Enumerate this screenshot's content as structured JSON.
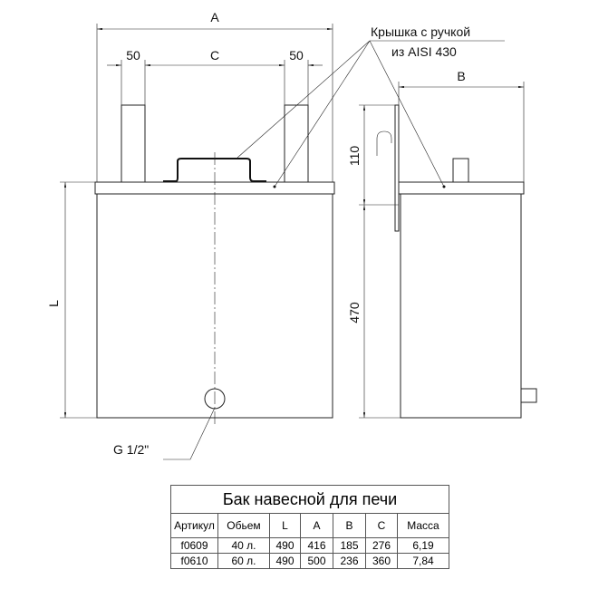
{
  "drawing": {
    "dim_A": "A",
    "dim_C": "C",
    "dim_50_left": "50",
    "dim_50_right": "50",
    "dim_L": "L",
    "dim_B": "B",
    "dim_110": "110",
    "dim_470": "470",
    "pipe_label": "G 1/2\"",
    "callout_line1": "Крышка с ручкой",
    "callout_line2": "из AISI 430"
  },
  "table": {
    "title": "Бак навесной для печи",
    "headers": [
      "Артикул",
      "Обьем",
      "L",
      "A",
      "B",
      "C",
      "Масса"
    ],
    "rows": [
      [
        "f0609",
        "40 л.",
        "490",
        "416",
        "185",
        "276",
        "6,19"
      ],
      [
        "f0610",
        "60 л.",
        "490",
        "500",
        "236",
        "360",
        "7,84"
      ]
    ]
  }
}
